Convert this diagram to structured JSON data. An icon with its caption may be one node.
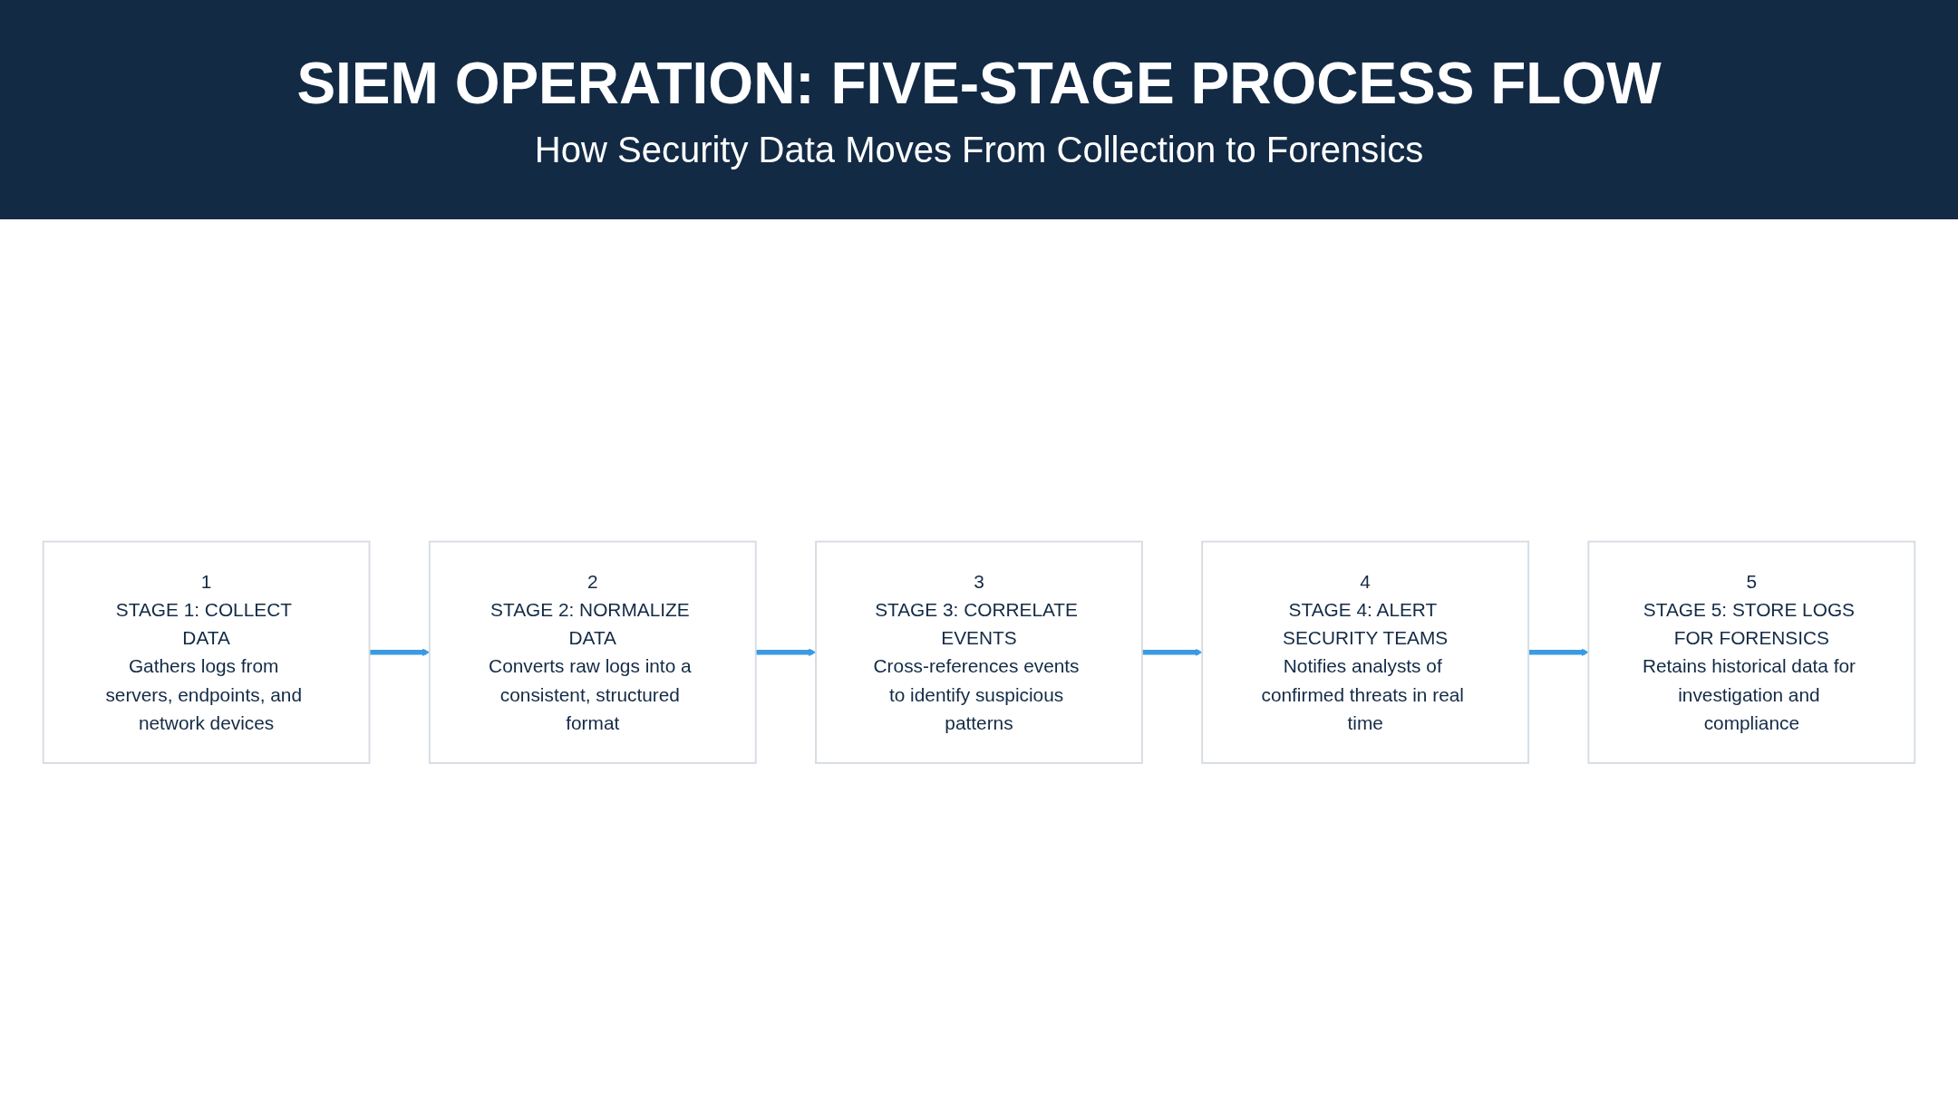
{
  "diagram": {
    "title": "SIEM OPERATION: FIVE-STAGE PROCESS FLOW",
    "nodes": [
      {
        "text": [
          "1",
          "STAGE 1: COLLECT DATA",
          "Gathers logs from servers, endpoints, and network devices"
        ]
      },
      {
        "text": [
          "2",
          "STAGE 2: NORMALIZE DATA",
          "Converts raw logs into a consistent, structured format"
        ]
      },
      {
        "text": [
          "3",
          "STAGE 3: CORRELATE EVENTS",
          "Cross-references events to identify suspicious patterns"
        ]
      },
      {
        "text": [
          "4",
          "STAGE 4: ALERT SECURITY TEAMS",
          "Notifies analysts of confirmed threats in real time"
        ]
      },
      {
        "text": [
          "5",
          "STAGE 5: STORE LOGS FOR FORENSICS",
          "Retains historical data for investigation and compliance"
        ]
      }
    ],
    "edges": [
      {
        "from": 0,
        "to": 1,
        "arrow": "to"
      },
      {
        "from": 1,
        "to": 2,
        "arrow": "to"
      },
      {
        "from": 2,
        "to": 3,
        "arrow": "to"
      },
      {
        "from": 3,
        "to": 4,
        "arrow": "to"
      }
    ],
    "labels": [
      "How Security Data Moves From Collection to Forensics"
    ]
  }
}
